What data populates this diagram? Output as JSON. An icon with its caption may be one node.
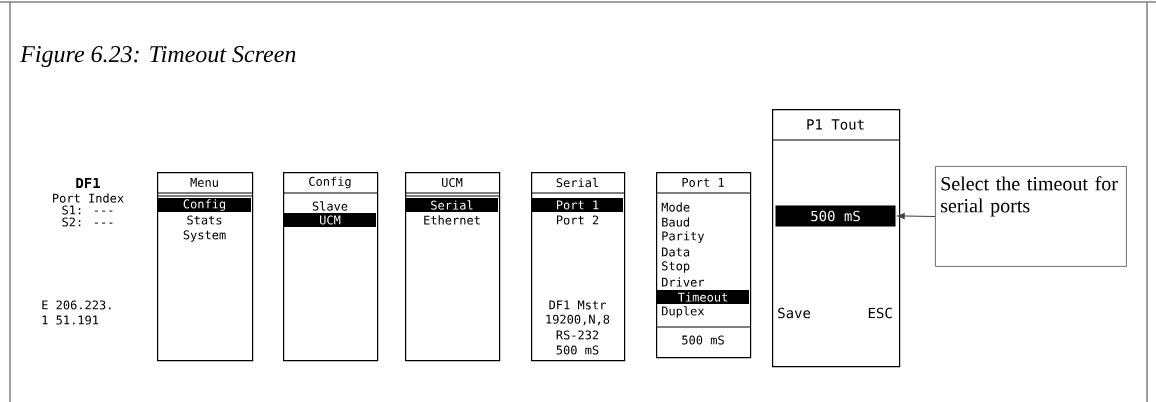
{
  "diagram": {
    "title": "Figure 6.23: Timeout Screen",
    "nodes": [
      {
        "text": [
          "Menu",
          "Stats",
          "System"
        ]
      },
      {
        "text": [
          "Config"
        ],
        "in": 0
      },
      {
        "text": [
          "Config",
          "Slave"
        ]
      },
      {
        "text": [
          "UCM"
        ],
        "in": 2
      },
      {
        "text": [
          "UCM",
          "Ethernet"
        ]
      },
      {
        "text": [
          "Serial"
        ],
        "in": 4
      },
      {
        "text": [
          "Serial",
          "Port 2",
          "DF1 Mstr",
          "19200,N,8",
          "RS-232",
          "500 mS"
        ]
      },
      {
        "text": [
          "Port 1"
        ],
        "in": 6
      },
      {
        "text": [
          "Port 1",
          "Mode",
          "Baud",
          "Parity",
          "Data",
          "Stop",
          "Driver",
          "Duplex",
          "500 mS"
        ]
      },
      {
        "text": [
          "Timeout"
        ],
        "in": 8
      },
      {
        "text": [
          "P1 Tout",
          "Save",
          "ESC"
        ]
      },
      {
        "text": [
          "500 mS"
        ],
        "in": 10
      },
      {
        "text": [
          "Select the timeout for serial ports"
        ]
      }
    ],
    "edges": [
      {
        "from": 12,
        "to": 11,
        "arrow": "to"
      }
    ],
    "labels": [
      "DF1",
      "Port Index",
      "S1: ---",
      "S2: ---",
      "E 206.223.",
      "1 51.191"
    ]
  }
}
